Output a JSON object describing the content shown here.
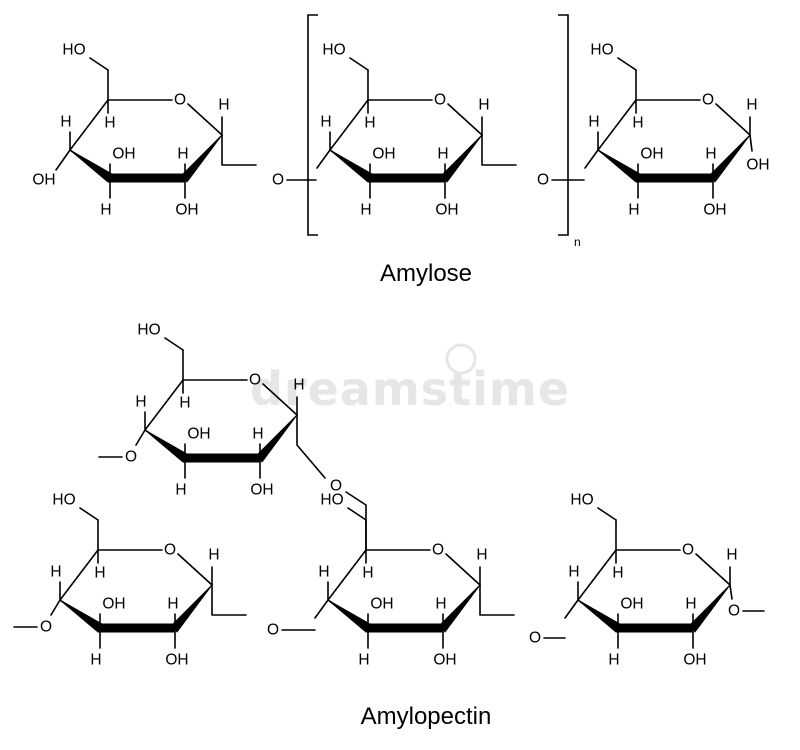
{
  "labels": {
    "amylose": "Amylose",
    "amylopectin": "Amylopectin",
    "repeat_subscript": "n"
  },
  "atoms": {
    "hydroxyl_top": "HO",
    "hydroxyl": "OH",
    "hydrogen": "H",
    "oxygen": "O"
  },
  "watermark": {
    "text": "dreamstime",
    "color": "#e6e6e6"
  },
  "colors": {
    "ink": "#000000",
    "background": "#ffffff"
  }
}
